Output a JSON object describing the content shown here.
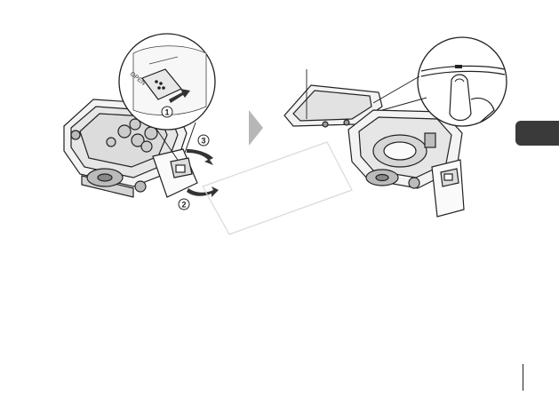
{
  "figure": {
    "open_label": "OPEN",
    "step_1": "1",
    "step_2": "2",
    "step_3": "3"
  },
  "colors": {
    "ink": "#222222",
    "tab": "#3a3a3a",
    "arrow": "#b7b7b7",
    "stamp": "#d9d9d9"
  }
}
